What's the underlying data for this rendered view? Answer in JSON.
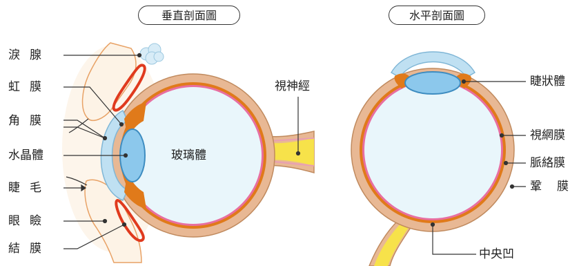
{
  "vertical": {
    "title": "垂直剖面圖",
    "labels": {
      "lacrimal": "淚腺",
      "iris": "虹膜",
      "cornea": "角膜",
      "lens": "水晶體",
      "eyelash": "睫毛",
      "eyelid": "眼瞼",
      "conjunctiva": "結膜",
      "vitreous": "玻璃體",
      "optic_nerve": "視神經"
    }
  },
  "horizontal": {
    "title": "水平剖面圖",
    "labels": {
      "ciliary": "睫狀體",
      "retina": "視網膜",
      "choroid": "脈絡膜",
      "sclera": "鞏膜",
      "fovea": "中央凹"
    }
  },
  "colors": {
    "sclera": "#e8b894",
    "choroid": "#e07a1a",
    "retina": "#e86fa0",
    "vitreous": "#e9f6fb",
    "cornea": "#bfe0f2",
    "lens": "#8cc8ec",
    "nerve": "#f7e24a",
    "eyelid_line": "#e03a1e",
    "lacrimal": "#d8ecf7"
  }
}
